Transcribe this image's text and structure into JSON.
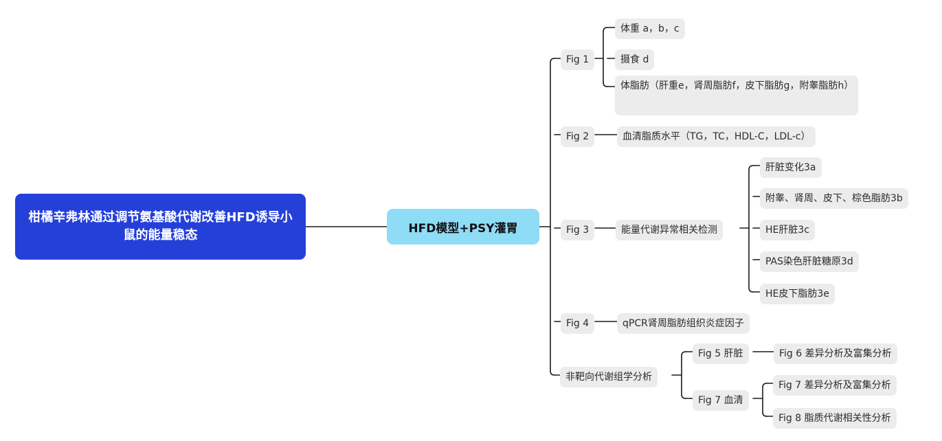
{
  "root": {
    "title": "柑橘辛弗林通过调节氨基酸代谢改善HFD诱导小鼠的能量稳态"
  },
  "hub": {
    "label": "HFD模型+PSY灌胃"
  },
  "fig1": {
    "label": "Fig 1",
    "children": [
      "体重 a，b，c",
      "摄食 d",
      "体脂肪（肝重e，肾周脂肪f，皮下脂肪g，附睾脂肪h）"
    ]
  },
  "fig2": {
    "label": "Fig 2",
    "children": [
      "血清脂质水平（TG，TC，HDL-C，LDL-c）"
    ]
  },
  "fig3": {
    "label": "Fig 3",
    "child": "能量代谢异常相关检测",
    "grandchildren": [
      "肝脏变化3a",
      "附睾、肾周、皮下、棕色脂肪3b",
      "HE肝脏3c",
      "PAS染色肝脏糖原3d",
      "HE皮下脂肪3e"
    ]
  },
  "fig4": {
    "label": "Fig 4",
    "children": [
      "qPCR肾周脂肪组织炎症因子"
    ]
  },
  "metab": {
    "label": "非靶向代谢组学分析",
    "liver": {
      "label": "Fig 5 肝脏",
      "children": [
        "Fig 6 差异分析及富集分析"
      ]
    },
    "serum": {
      "label": "Fig 7 血清",
      "children": [
        "Fig 7 差异分析及富集分析",
        "Fig 8 脂质代谢相关性分析"
      ]
    }
  },
  "colors": {
    "root_fill": "#2540d9",
    "hub_fill": "#8fdcf6",
    "node_fill": "#ececec",
    "line": "#1a1a1a"
  }
}
